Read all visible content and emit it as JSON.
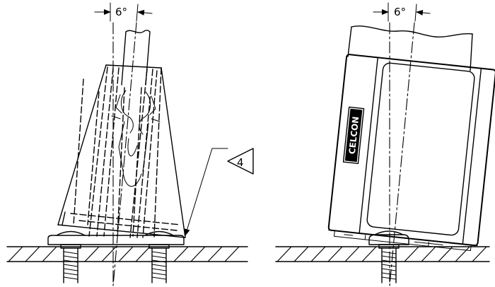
{
  "left_view": {
    "angle_label": "6°",
    "callout_number": "4"
  },
  "right_view": {
    "angle_label": "6°",
    "brand_text": "CELCON"
  }
}
